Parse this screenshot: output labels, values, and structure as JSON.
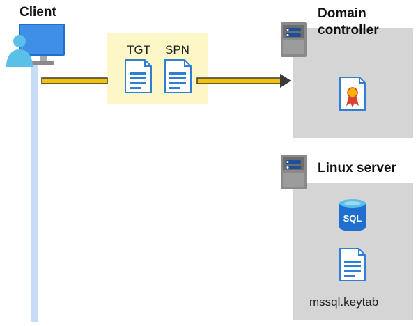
{
  "client": {
    "title": "Client"
  },
  "domain_controller": {
    "title": "Domain controller"
  },
  "linux_server": {
    "title": "Linux server",
    "keytab_label": "mssql.keytab",
    "sql_label": "SQL"
  },
  "tickets": {
    "tgt_label": "TGT",
    "spn_label": "SPN"
  },
  "colors": {
    "lifeline": "#c5dbf6",
    "ticket_panel": "#fdf6c6",
    "server_panel": "#d5d5d5",
    "arrow": "#f4c20d",
    "arrow_outline": "#3a3a3a",
    "doc_blue": "#2f7fd6",
    "cert_red": "#d9432f",
    "cert_gold": "#f4b400"
  },
  "icons": [
    "user-monitor-icon",
    "document-icon",
    "certificate-icon",
    "server-icon",
    "sql-database-icon"
  ]
}
